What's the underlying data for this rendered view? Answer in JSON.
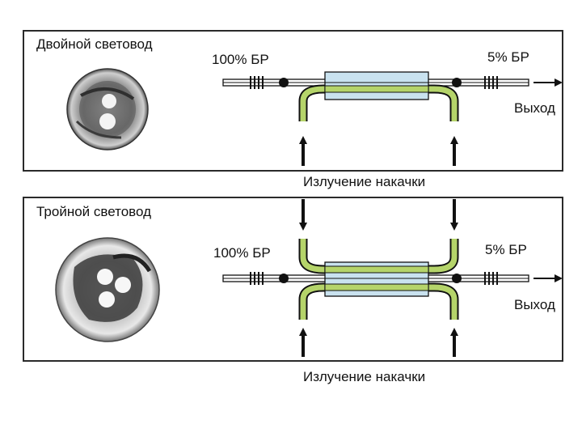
{
  "panels": [
    {
      "title": "Двойной световод",
      "left_label": "100% БР",
      "right_label": "5% БР",
      "output_label": "Выход",
      "pump_label": "Излучение накачки"
    },
    {
      "title": "Тройной световод",
      "left_label": "100% БР",
      "right_label": "5% БР",
      "output_label": "Выход",
      "pump_label": "Излучение накачки"
    }
  ],
  "colors": {
    "pump_fiber": "#b5d46a",
    "amplifier_box": "#c9e2ef",
    "frame": "#2a2a2a"
  },
  "icons": {
    "fiber_cross_section": "fiber-photo-icon",
    "arrow": "arrow-icon",
    "bragg_grating": "grating-icon"
  }
}
